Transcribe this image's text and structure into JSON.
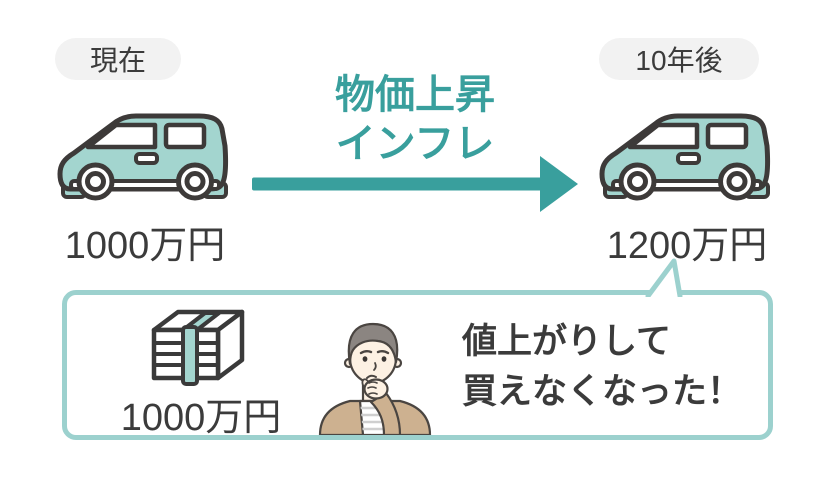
{
  "page": {
    "background": "#ffffff"
  },
  "colors": {
    "teal_accent": "#399f9d",
    "light_teal_fill": "#a3d5cf",
    "bubble_border": "#9cd1ce",
    "outline_dark": "#3d3a39",
    "text_dark": "#3b3b3b",
    "badge_bg": "#f2f2f2",
    "cardigan_beige": "#cdb190",
    "hair_gray": "#8b8581",
    "skin": "#fdf1e3"
  },
  "timeline": {
    "now_label": "現在",
    "future_label": "10年後",
    "now_price": "1000万円",
    "future_price": "1200万円"
  },
  "transition": {
    "heading_line1": "物価上昇",
    "heading_line2": "インフレ"
  },
  "callout": {
    "savings_amount": "1000万円",
    "message_line1": "値上がりして",
    "message_line2": "買えなくなった！"
  },
  "icons": {
    "car_now": "car-icon",
    "car_future": "car-icon",
    "arrow": "right-arrow-icon",
    "money": "money-stack-icon",
    "person": "thinking-person-icon",
    "bubble_tail": "speech-bubble-tail"
  }
}
